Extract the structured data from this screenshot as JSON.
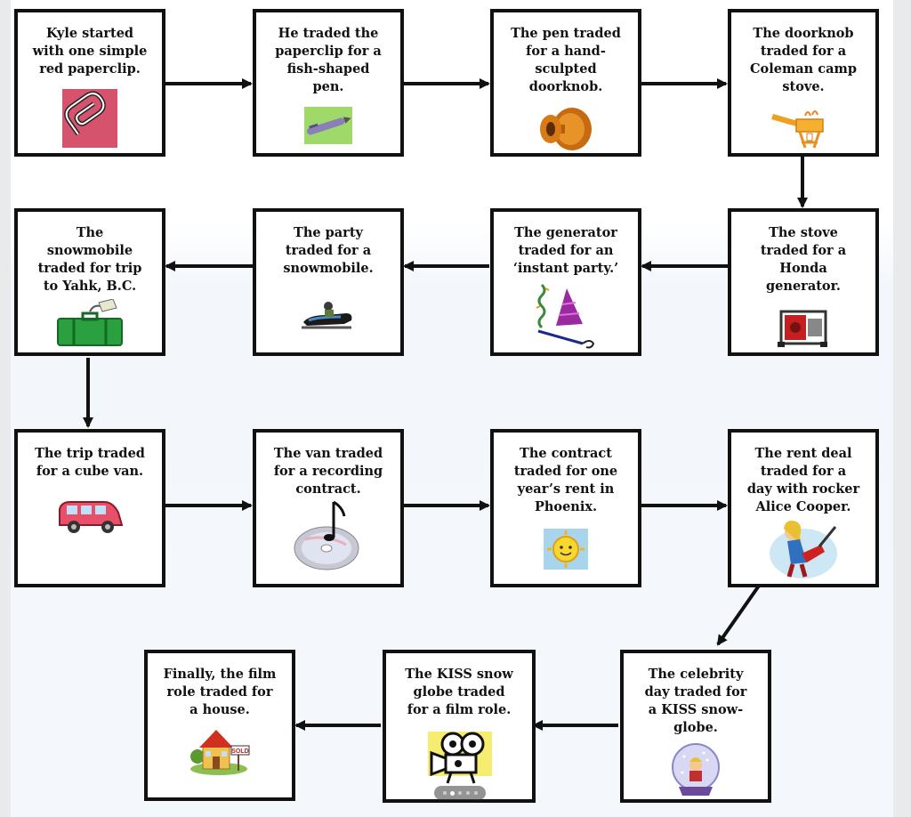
{
  "steps": [
    {
      "text": "Kyle started\nwith one simple\nred paperclip.",
      "icon": "paperclip-icon"
    },
    {
      "text": "He traded the\npaperclip for a\nfish-shaped\npen.",
      "icon": "pen-icon"
    },
    {
      "text": "The pen traded\nfor a hand-\nsculpted\ndoorknob.",
      "icon": "doorknob-icon"
    },
    {
      "text": "The doorknob\ntraded for a\nColeman camp\nstove.",
      "icon": "camp-stove-icon"
    },
    {
      "text": "The stove\ntraded for a\nHonda\ngenerator.",
      "icon": "generator-icon"
    },
    {
      "text": "The generator\ntraded for an\n‘instant party.’",
      "icon": "party-hat-icon"
    },
    {
      "text": "The party\ntraded for a\nsnowmobile.",
      "icon": "snowmobile-icon"
    },
    {
      "text": "The\nsnowmobile\ntraded for trip\nto Yahk, B.C.",
      "icon": "luggage-icon"
    },
    {
      "text": "The trip traded\nfor a cube van.",
      "icon": "van-icon"
    },
    {
      "text": "The van traded\nfor a recording\ncontract.",
      "icon": "music-cd-icon"
    },
    {
      "text": "The contract\ntraded for one\nyear’s rent in\nPhoenix.",
      "icon": "sun-icon"
    },
    {
      "text": "The rent deal\ntraded for a\nday with rocker\nAlice Cooper.",
      "icon": "rocker-guitar-icon"
    },
    {
      "text": "The celebrity\nday traded for\na KISS snow-\nglobe.",
      "icon": "snow-globe-icon"
    },
    {
      "text": "The KISS snow\nglobe traded\nfor a film role.",
      "icon": "film-camera-icon"
    },
    {
      "text": "Finally, the film\nrole traded for\na house.",
      "icon": "house-icon"
    }
  ],
  "house_sign": "SOLD",
  "carousel": {
    "dots": 5,
    "active": 1
  },
  "colors": {
    "border": "#111111",
    "arrow": "#111111",
    "paperclip_bg": "#d6536d",
    "pen_bg": "#9fd96a"
  }
}
